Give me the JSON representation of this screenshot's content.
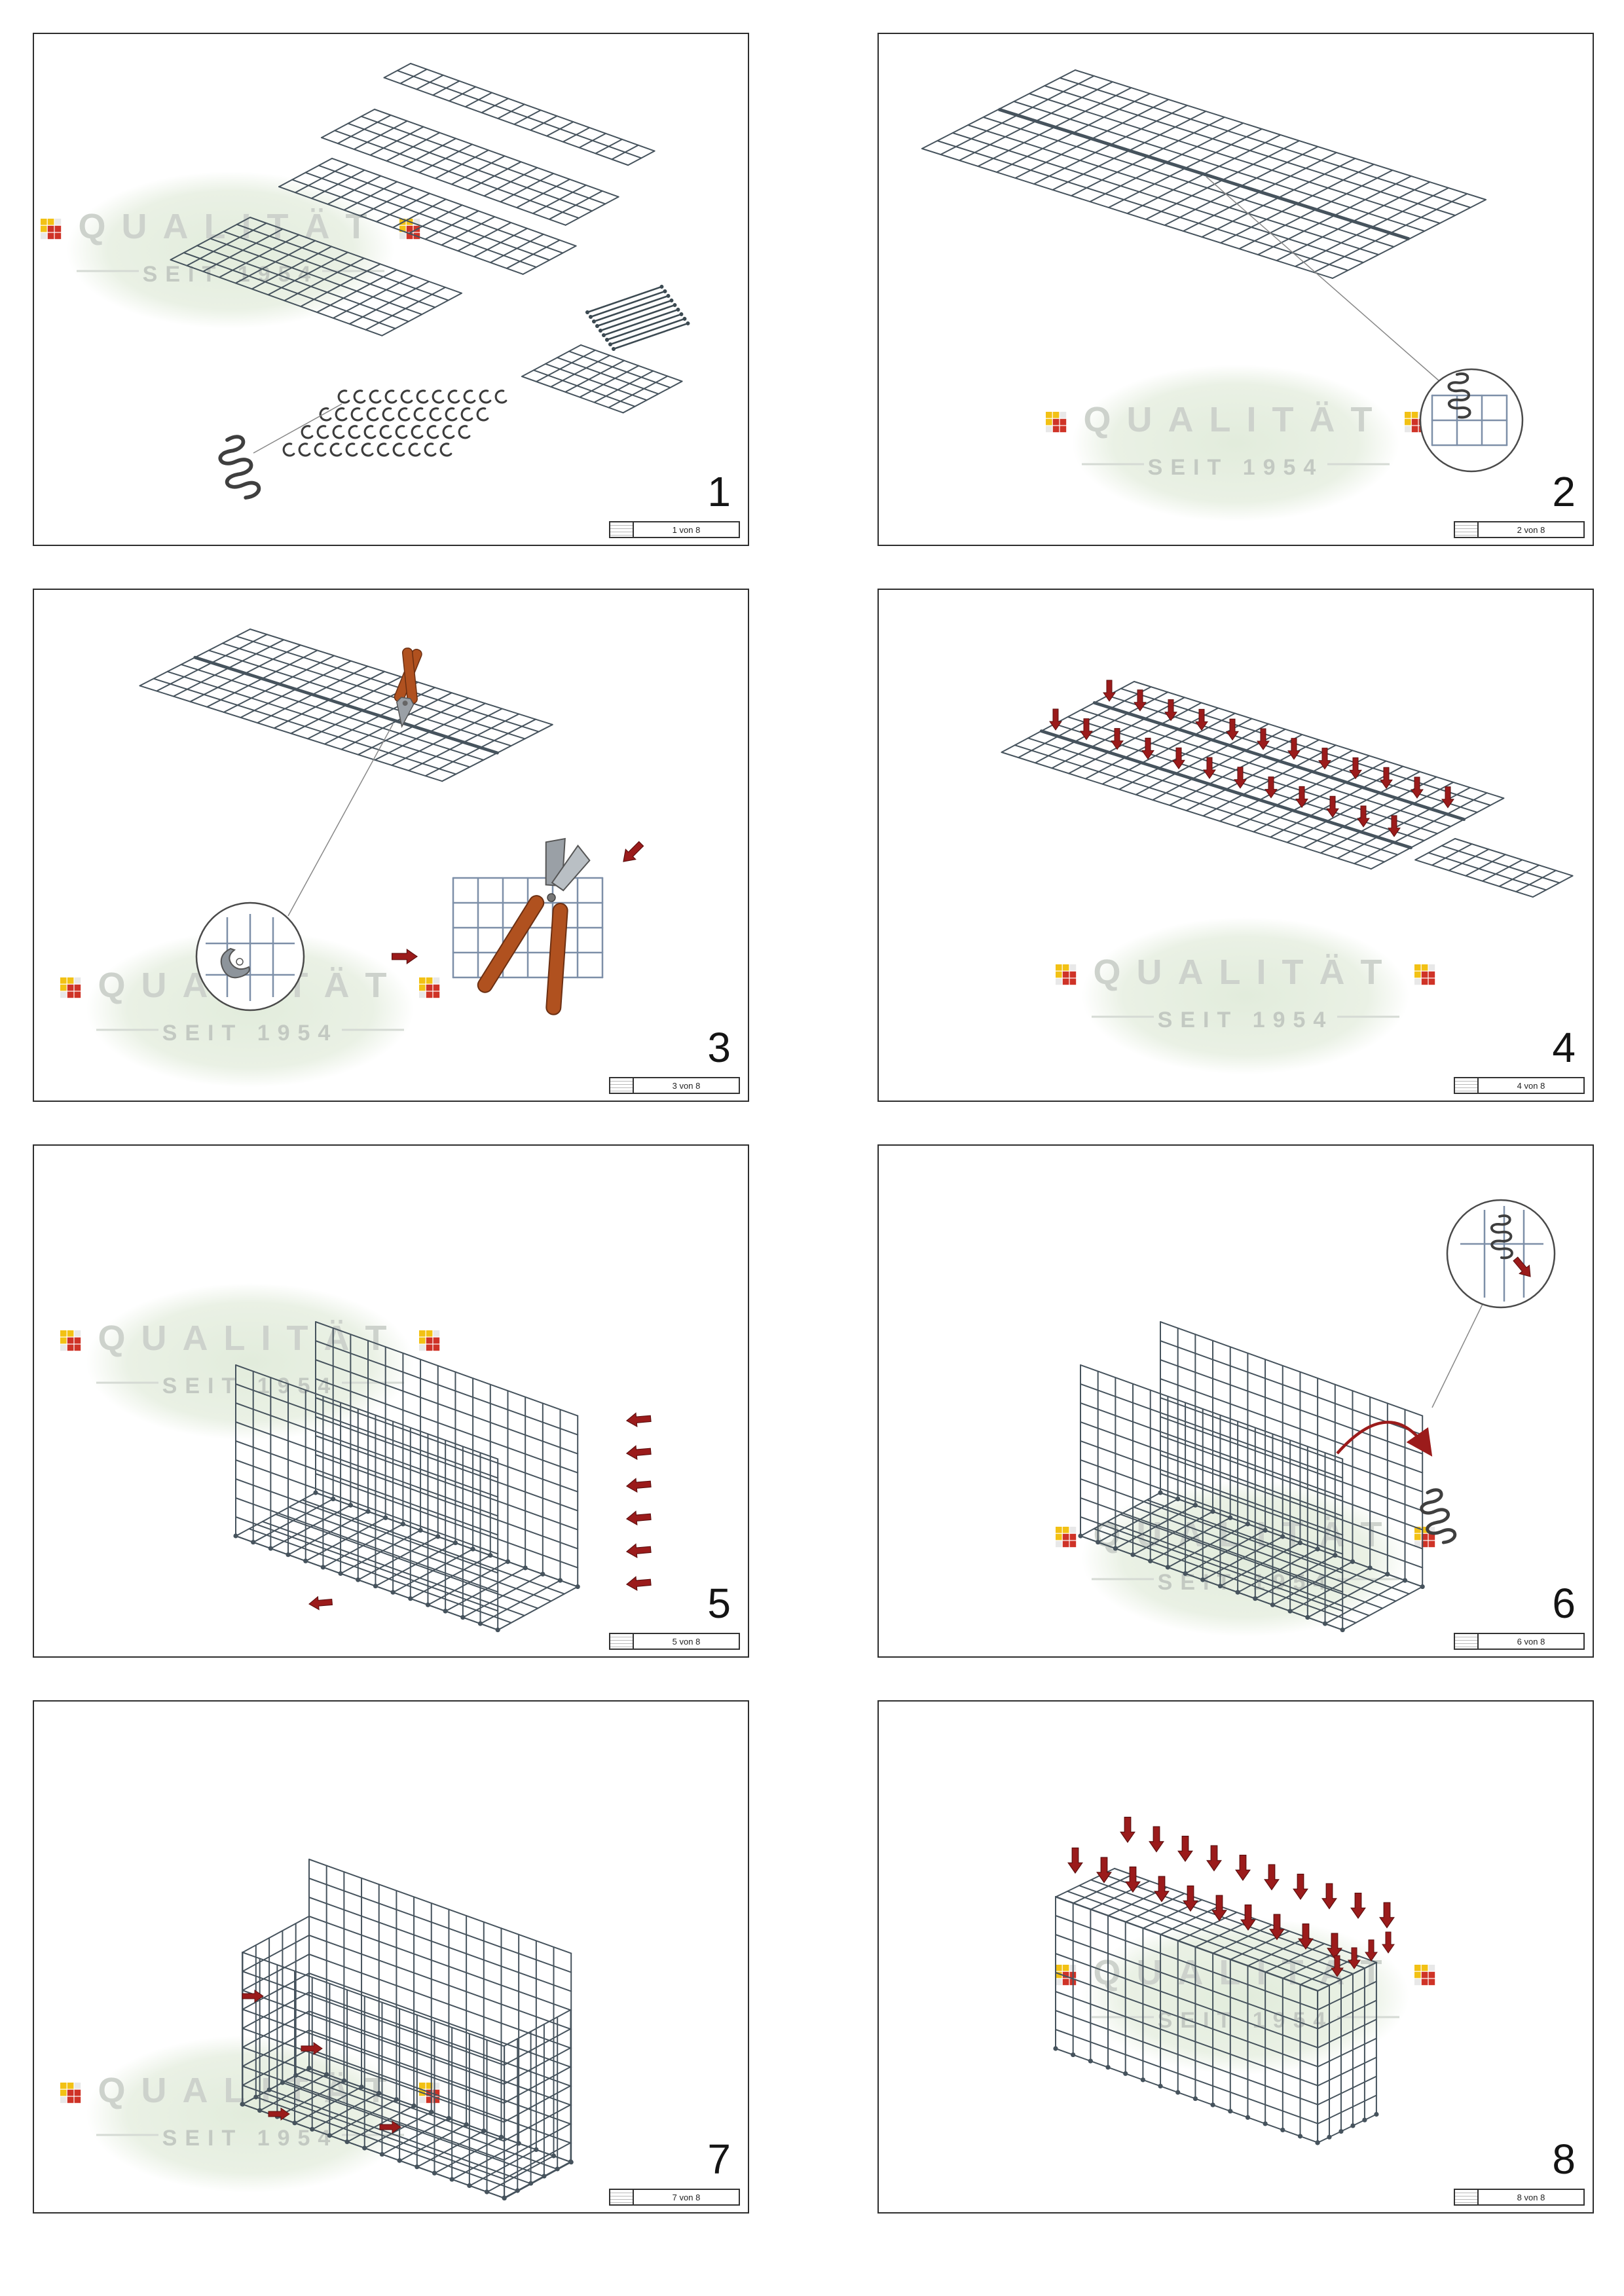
{
  "watermark": {
    "line1": "QUALITÄT",
    "line2": "SEIT 1954"
  },
  "panels": [
    {
      "number": "1",
      "footer": "1 von 8"
    },
    {
      "number": "2",
      "footer": "2 von 8"
    },
    {
      "number": "3",
      "footer": "3 von 8"
    },
    {
      "number": "4",
      "footer": "4 von 8"
    },
    {
      "number": "5",
      "footer": "5 von 8"
    },
    {
      "number": "6",
      "footer": "6 von 8"
    },
    {
      "number": "7",
      "footer": "7 von 8"
    },
    {
      "number": "8",
      "footer": "8 von 8"
    }
  ],
  "colors": {
    "mesh": "#46535d",
    "mesh_light": "#7d8fa8",
    "arrow": "#9b1b1b",
    "handle": "#b0511f",
    "metal": "#9aa0a6",
    "watermark_text": "#cdd2cc",
    "watermark_ellipse": "#e6efe1",
    "accent_yellow": "#f2c114",
    "accent_red": "#cf3327",
    "border": "#2e2e2e"
  },
  "icons": {
    "spiral": "coil fastener",
    "clip": "c-ring",
    "arrow": "red insertion arrow",
    "rod": "tension rod",
    "mosaic": "pixel logo block"
  }
}
